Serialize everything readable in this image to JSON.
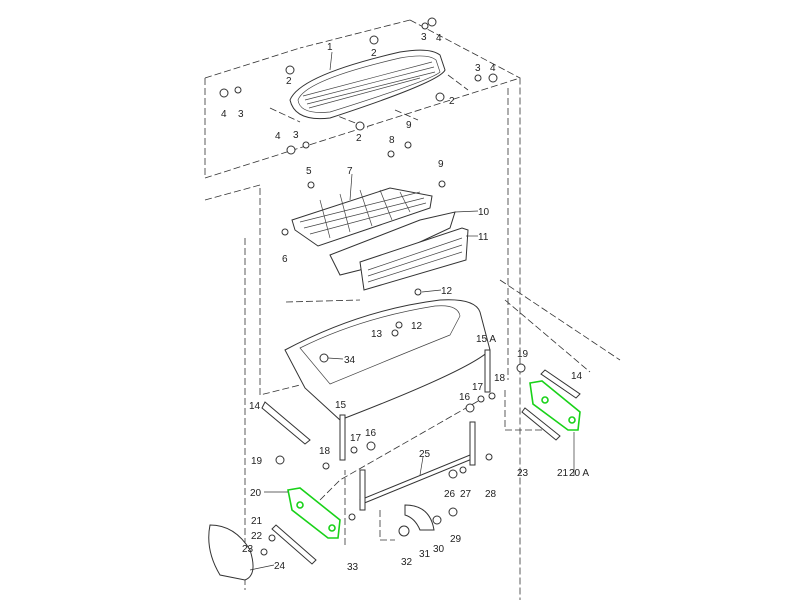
{
  "diagram": {
    "type": "exploded parts diagram",
    "highlight_color": "#19d219",
    "line_color": "#333333",
    "labels": [
      "1",
      "2",
      "2",
      "2",
      "2",
      "3",
      "3",
      "3",
      "3",
      "4",
      "4",
      "4",
      "4",
      "5",
      "6",
      "7",
      "8",
      "9",
      "9",
      "10",
      "11",
      "12",
      "12",
      "13",
      "15 A",
      "34",
      "19",
      "14",
      "14",
      "15",
      "16",
      "16",
      "17",
      "17",
      "18",
      "18",
      "19",
      "25",
      "20",
      "21",
      "21",
      "22",
      "23",
      "23",
      "24",
      "26",
      "27",
      "28",
      "20 A",
      "29",
      "30",
      "31",
      "32",
      "33"
    ]
  }
}
